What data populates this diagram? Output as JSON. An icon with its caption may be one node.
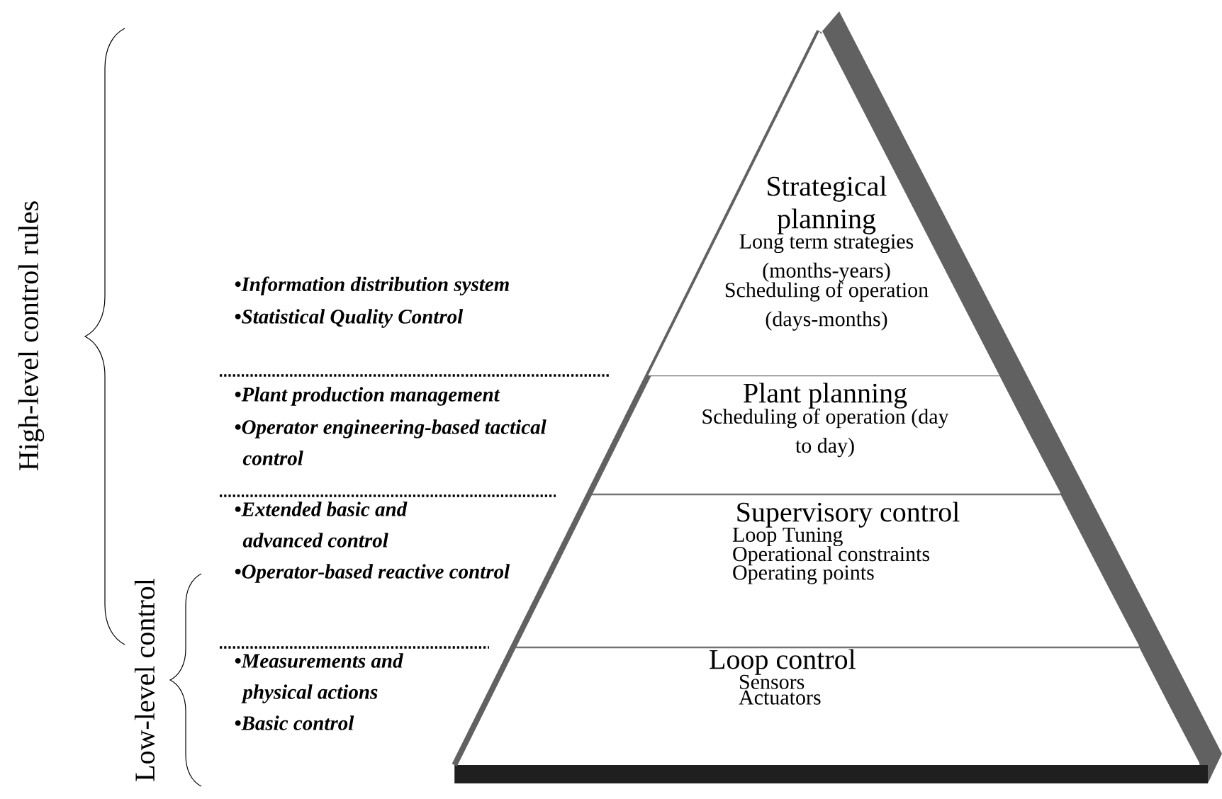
{
  "diagram": {
    "nodes": [
      {
        "text": [
          "Strategical planning",
          "Long term strategies (months-years)",
          "Scheduling of operation (days-months)"
        ]
      },
      {
        "text": [
          "Plant planning",
          "Scheduling of operation (day to day)"
        ]
      },
      {
        "text": [
          "Supervisory control",
          "Loop Tuning",
          "Operational constraints",
          "Operating points"
        ]
      },
      {
        "text": [
          "Loop control",
          "Sensors",
          "Actuators"
        ]
      }
    ],
    "labels": [
      "High-level control rules",
      "•Information distribution system",
      "•Statistical Quality Control",
      "•Plant production management",
      "•Operator engineering-based tactical control",
      "•Extended basic and advanced control",
      "•Operator-based reactive control",
      "•Measurements and physical actions",
      "•Basic control",
      "Low-level control"
    ]
  }
}
